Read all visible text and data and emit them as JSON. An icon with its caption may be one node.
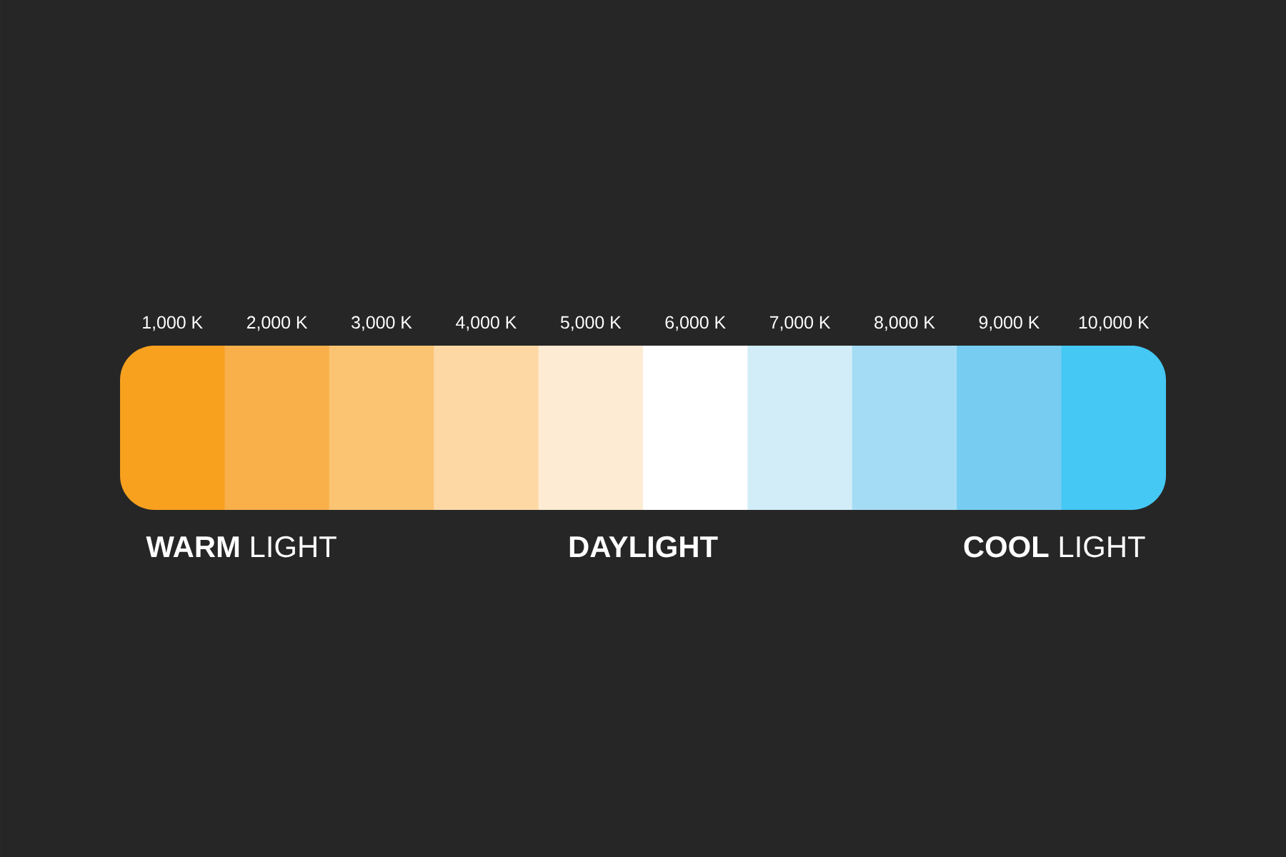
{
  "diagram": {
    "labels": [
      "**WARM** LIGHT",
      "DAYLIGHT",
      "**COOL** LIGHT"
    ],
    "legend": [
      {
        "text": "1,000 K",
        "color": "#f8a11f"
      },
      {
        "text": "2,000 K",
        "color": "#f9b04b"
      },
      {
        "text": "3,000 K",
        "color": "#fbc473"
      },
      {
        "text": "4,000 K",
        "color": "#fdd8a5"
      },
      {
        "text": "5,000 K",
        "color": "#fdebd3"
      },
      {
        "text": "6,000 K",
        "color": "#ffffff"
      },
      {
        "text": "7,000 K",
        "color": "#d2ecf8"
      },
      {
        "text": "8,000 K",
        "color": "#a5dcf5"
      },
      {
        "text": "9,000 K",
        "color": "#76cdf1"
      },
      {
        "text": "10,000 K",
        "color": "#45c8f3"
      }
    ]
  }
}
